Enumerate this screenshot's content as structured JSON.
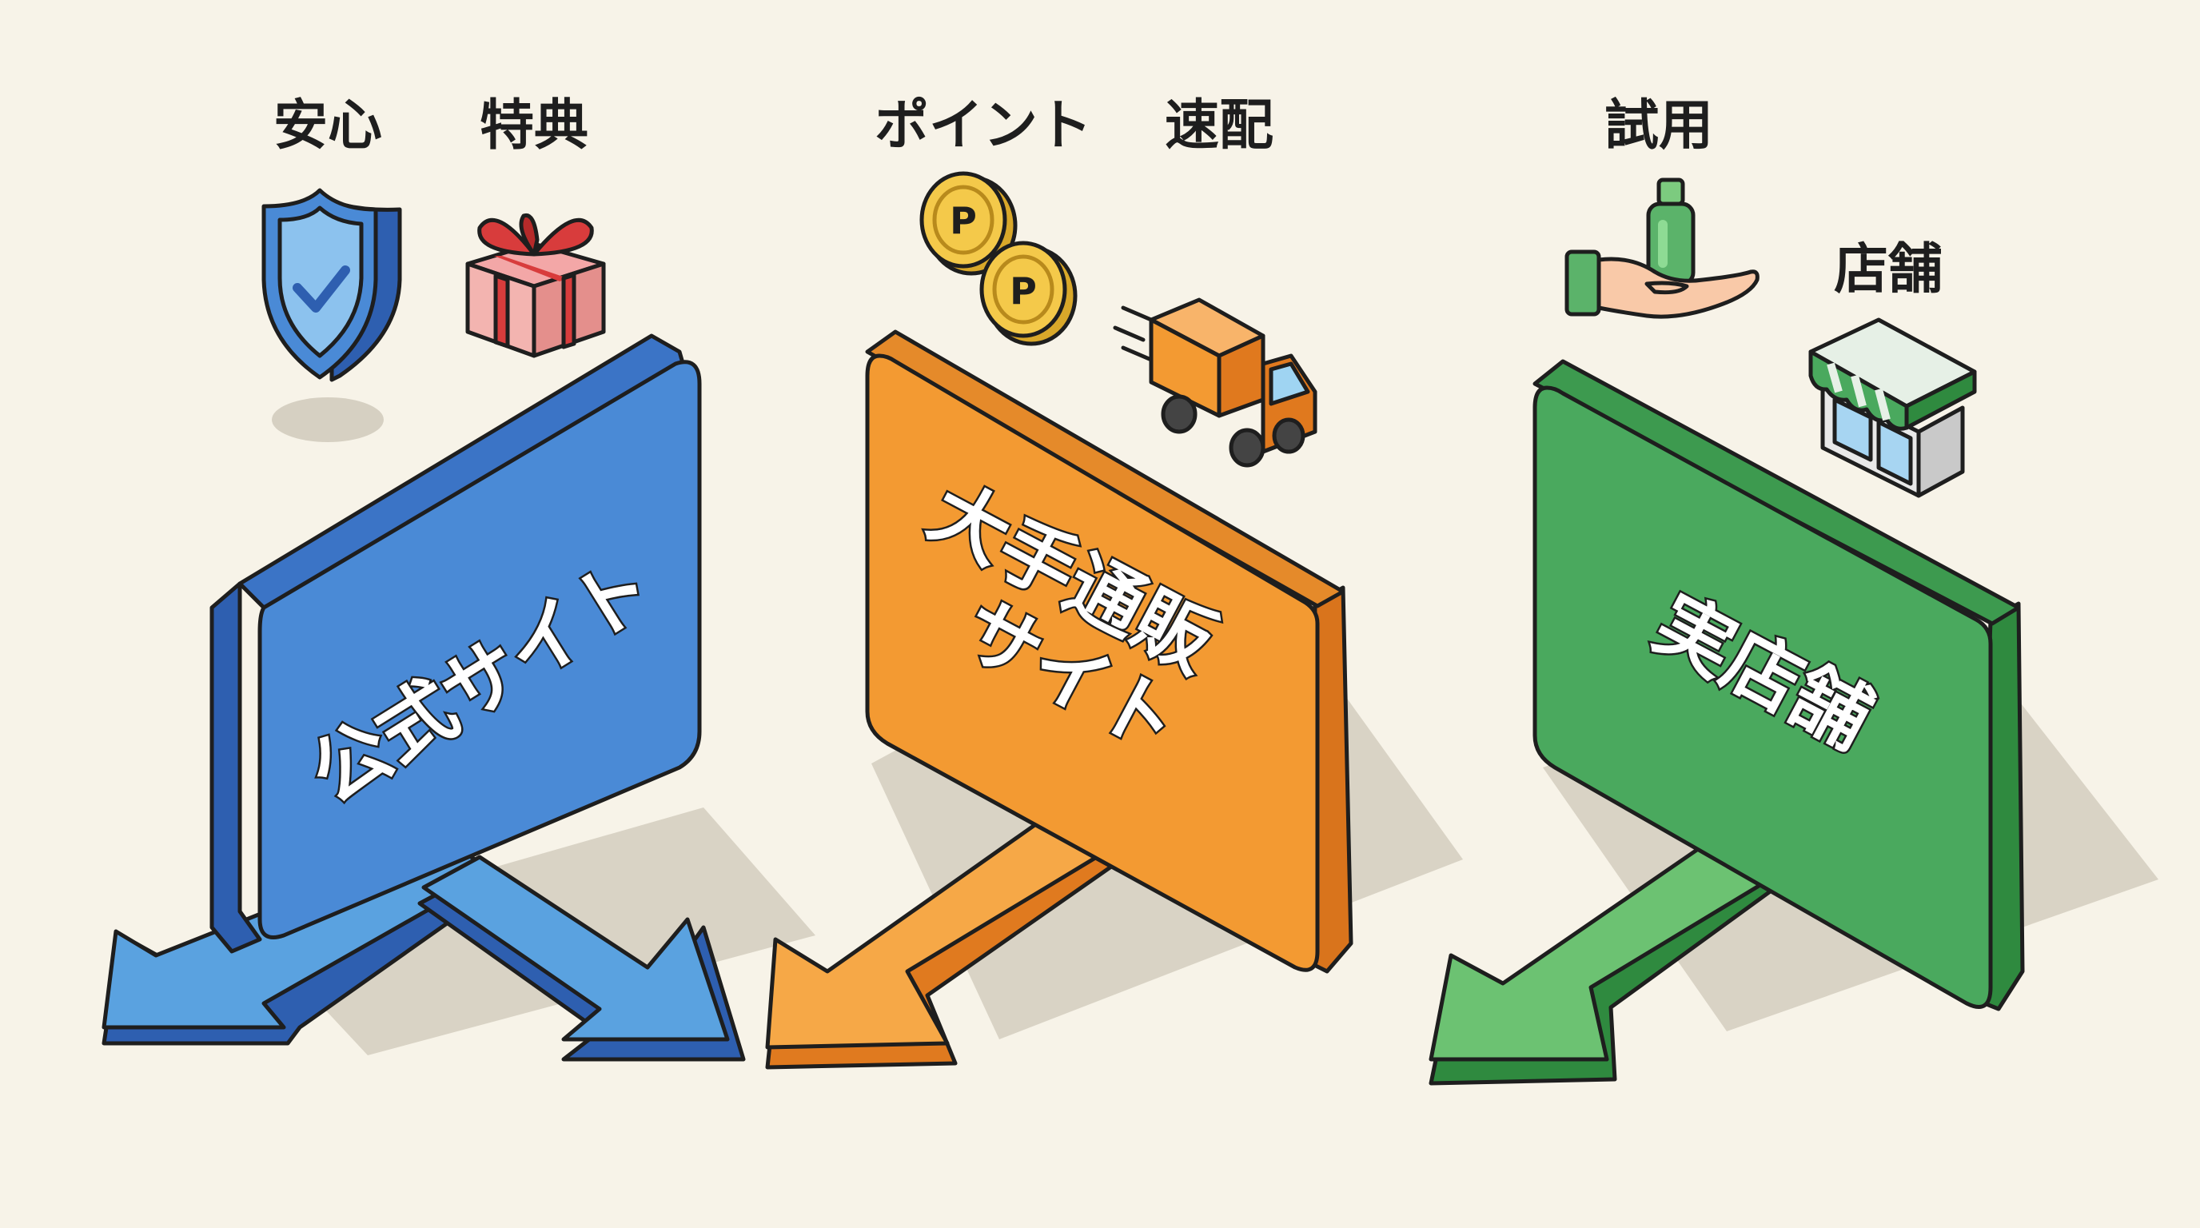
{
  "channels": [
    {
      "id": "official",
      "panel_lines": [
        "公式サイト"
      ],
      "benefits": [
        "安心",
        "特典"
      ],
      "icons": [
        "shield-check-icon",
        "gift-box-icon"
      ],
      "colors": {
        "front": "#4a8ad6",
        "side": "#2e5fb0",
        "arrow": "#5aa2e0",
        "arrow_side": "#2e5fb0"
      }
    },
    {
      "id": "major-ec",
      "panel_lines": [
        "大手通販",
        "サイト"
      ],
      "benefits": [
        "ポイント",
        "速配"
      ],
      "icons": [
        "points-coin-icon",
        "delivery-truck-icon"
      ],
      "coin_letter": "P",
      "colors": {
        "front": "#f39a32",
        "side": "#d9741c",
        "arrow": "#f6a847",
        "arrow_side": "#e07a1f"
      }
    },
    {
      "id": "store",
      "panel_lines": [
        "実店舗"
      ],
      "benefits": [
        "試用",
        "店舗"
      ],
      "icons": [
        "hand-sample-bottle-icon",
        "storefront-icon"
      ],
      "colors": {
        "front": "#4aa95e",
        "side": "#2f8a3f",
        "arrow": "#6cc272",
        "arrow_side": "#2f8a3f"
      }
    }
  ]
}
